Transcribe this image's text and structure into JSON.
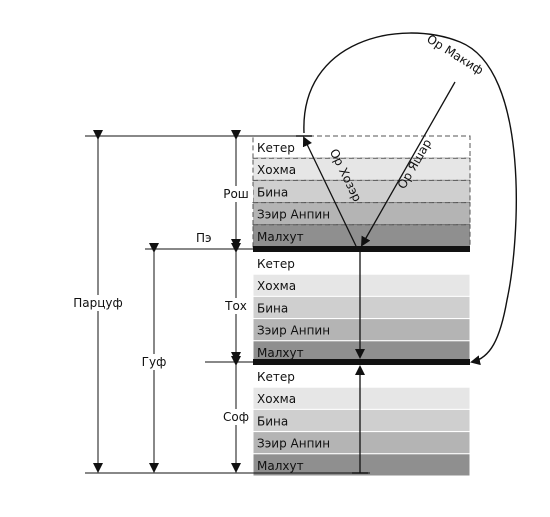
{
  "sefirot": [
    "Кетер",
    "Хохма",
    "Бина",
    "Зэир Анпин",
    "Малхут"
  ],
  "sections": [
    {
      "label": "Рош",
      "dashed": true
    },
    {
      "label": "Тох",
      "dashed": false
    },
    {
      "label": "Соф",
      "dashed": false
    }
  ],
  "labels": {
    "pe": "Пэ",
    "partsuf": "Парцуф",
    "guf": "Гуф",
    "or_makif": "Ор Макиф",
    "or_hozer": "Ор Хозэр",
    "or_yashar": "Ор Яшар"
  },
  "colors": {
    "shade_0": "#ffffff",
    "shade_1": "#e6e6e6",
    "shade_2": "#cfcfcf",
    "shade_3": "#b4b4b4",
    "shade_4": "#8f8f8f",
    "screen": "#111111",
    "line": "#111111"
  }
}
